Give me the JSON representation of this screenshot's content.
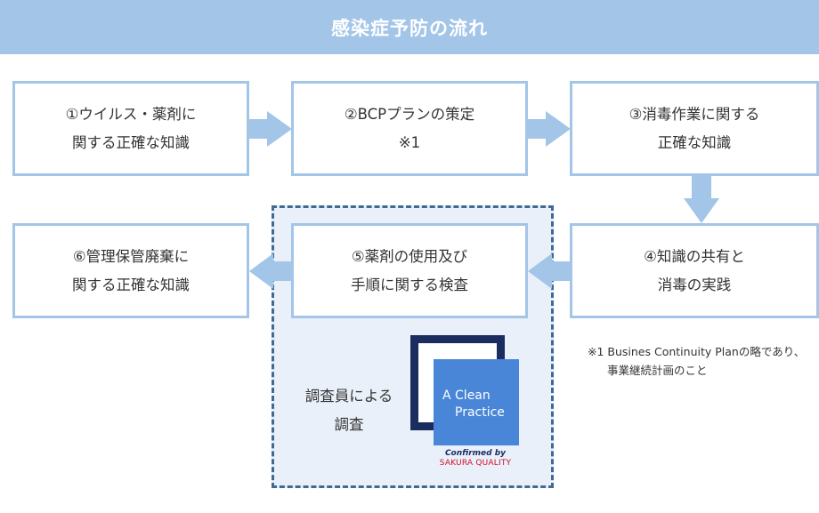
{
  "title": "感染症予防の流れ",
  "steps": [
    {
      "line1": "①ウイルス・薬剤に",
      "line2": "関する正確な知識"
    },
    {
      "line1": "②BCPプランの策定",
      "line2": "※1"
    },
    {
      "line1": "③消毒作業に関する",
      "line2": "正確な知識"
    },
    {
      "line1": "④知識の共有と",
      "line2": "消毒の実践"
    },
    {
      "line1": "⑤薬剤の使用及び",
      "line2": "手順に関する検査"
    },
    {
      "line1": "⑥管理保管廃棄に",
      "line2": "関する正確な知識"
    }
  ],
  "investigator": {
    "line1": "調査員による",
    "line2": "調査"
  },
  "note": {
    "line1": "※1 Busines Continuity Planの略であり、",
    "line2": "事業継続計画のこと"
  },
  "logo": {
    "text1": "A Clean",
    "text2": "Practice",
    "confirmed": "Confirmed by",
    "sakura": "SAKURA QUALITY"
  },
  "colors": {
    "header": "#a3c5e8",
    "box_border": "#a3c5e8",
    "arrow": "#a3c5e8",
    "dashed_border": "#3f6a92",
    "dashed_fill": "#e9f0f9",
    "logo_navy": "#1b2c5e",
    "logo_blue": "#4a86d8",
    "logo_red": "#d0102c"
  }
}
